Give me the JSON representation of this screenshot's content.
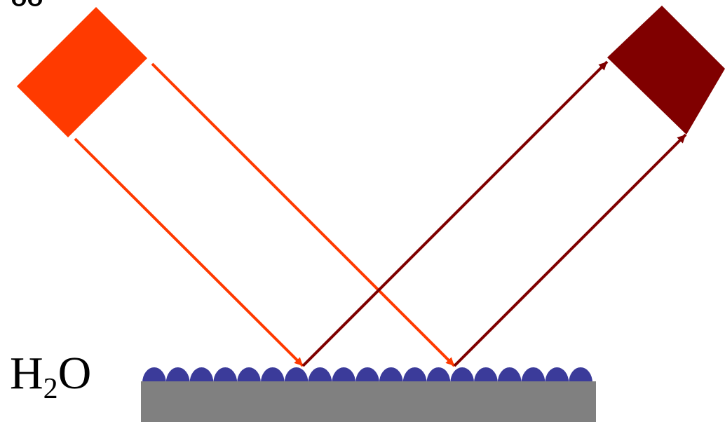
{
  "formula": {
    "main": "H",
    "subscript": "2",
    "tail": "O"
  },
  "colors": {
    "source": "#ff3a00",
    "detector": "#800000",
    "incident_beam": "#ff3a00",
    "reflected_beam": "#7f0000",
    "water_droplets": "#3b3b9a",
    "substrate": "#808080",
    "background": "#ffffff",
    "text": "#000000"
  },
  "droplet_count": 19
}
